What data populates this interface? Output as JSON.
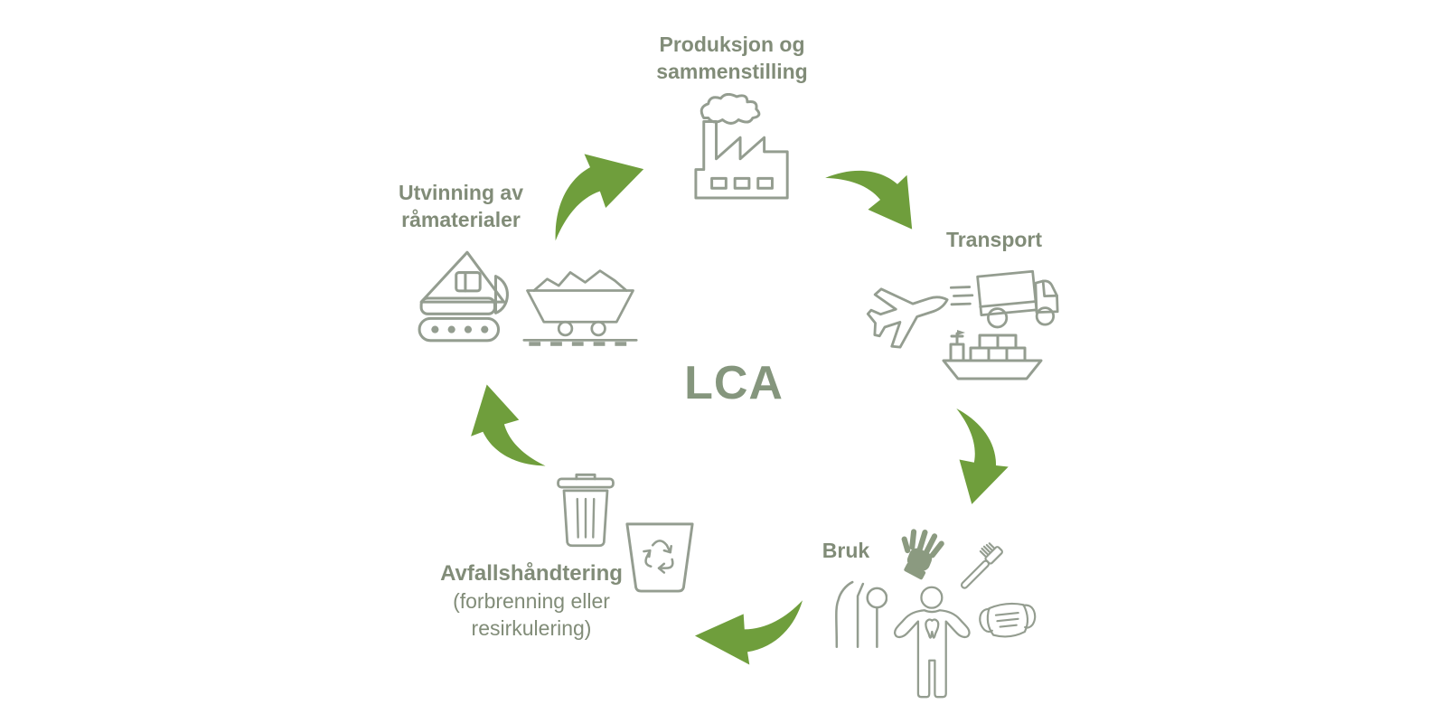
{
  "diagram": {
    "type": "life-cycle-assessment-cycle",
    "center_label": "LCA",
    "colors": {
      "background": "#ffffff",
      "arrow_green": "#6f9e3c",
      "label_text": "#818c78",
      "icon_stroke": "#949d90",
      "glove_fill": "#8b9a80"
    },
    "stages": [
      {
        "key": "production",
        "label_lines": [
          "Produksjon og",
          "sammenstilling"
        ],
        "icons": [
          "factory-icon"
        ]
      },
      {
        "key": "transport",
        "label_lines": [
          "Transport"
        ],
        "icons": [
          "airplane-icon",
          "delivery-truck-icon",
          "cargo-ship-icon"
        ]
      },
      {
        "key": "use",
        "label_lines": [
          "Bruk"
        ],
        "icons": [
          "dental-instruments-icon",
          "glove-icon",
          "toothbrush-icon",
          "dentist-figure-icon",
          "face-mask-icon"
        ]
      },
      {
        "key": "waste-management",
        "label_lines": [
          "Avfallshåndtering",
          "(forbrenning eller",
          "resirkulering)"
        ],
        "icons": [
          "trash-can-icon",
          "recycling-bin-icon"
        ]
      },
      {
        "key": "raw-material-extraction",
        "label_lines": [
          "Utvinning av",
          "råmaterialer"
        ],
        "icons": [
          "excavator-icon",
          "mine-cart-icon"
        ]
      }
    ],
    "arrows": [
      {
        "from": "raw-material-extraction",
        "to": "production"
      },
      {
        "from": "production",
        "to": "transport"
      },
      {
        "from": "transport",
        "to": "use"
      },
      {
        "from": "use",
        "to": "waste-management"
      },
      {
        "from": "waste-management",
        "to": "raw-material-extraction"
      }
    ]
  }
}
